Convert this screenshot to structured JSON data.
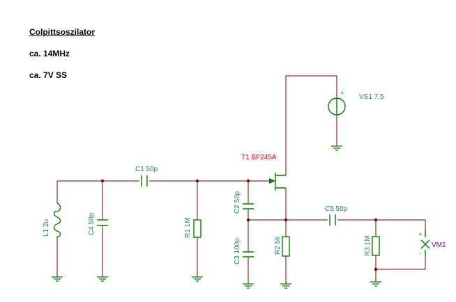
{
  "title": "Colpittsoszilator",
  "notes": [
    "ca. 14MHz",
    "ca. 7V SS"
  ],
  "labels": {
    "l1": "L1 2u",
    "c4": "C4 50p",
    "c1": "C1 50p",
    "r1": "R1 1M",
    "c2": "C2 50p",
    "c3": "C3 100p",
    "t1": "T1 BF245A",
    "r2": "R2 5k",
    "c5": "C5 50p",
    "r3": "R3 1M",
    "vs1": "VS1 7,5",
    "vm1": "VM1",
    "plus": "+",
    "minus": "-"
  },
  "colors": {
    "wire": "#800000",
    "component": "#008000",
    "label": "#1a7f7f",
    "transistor_label": "#e00000",
    "meter_label": "#8b0088"
  }
}
